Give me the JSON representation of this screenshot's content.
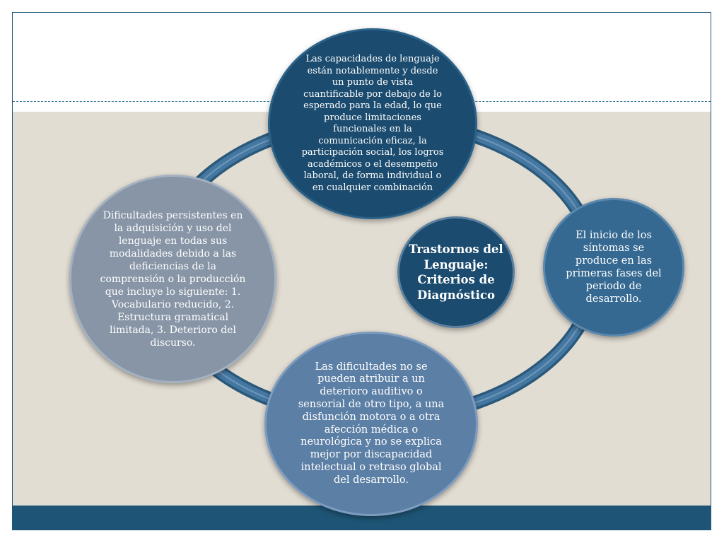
{
  "diagram": {
    "center_title": "Trastornos del Lenguaje: Criterios de Diagnóstico",
    "nodes": {
      "top": "Las capacidades de lenguaje están notablemente y desde un punto de vista cuantificable por debajo de lo esperado para la edad, lo que produce limitaciones funcionales en  la comunicación eficaz, la participación social, los logros académicos o el desempeño laboral, de forma individual o en cualquier combinación",
      "right": "El inicio de los síntomas se produce en las primeras fases del periodo de desarrollo.",
      "bottom": "Las dificultades no se pueden atribuir a un deterioro auditivo o sensorial de otro tipo, a una disfunción motora o a otra afección médica o neurológica y no se explica mejor por discapacidad intelectual o retraso global del desarrollo.",
      "left": "Dificultades persistentes en la adquisición y uso del lenguaje en todas sus modalidades debido a las deficiencias de la comprensión o la producción que incluye lo siguiente: 1. Vocabulario reducido, 2. Estructura gramatical limitada, 3. Deterioro del discurso."
    }
  },
  "colors": {
    "background_band": "#e2ddd3",
    "bottom_bar": "#1e5576",
    "ring": "#2b5f88",
    "node_top": "#1b4b6e",
    "node_right": "#356991",
    "node_left": "#8795a6",
    "node_bottom": "#5c7fa5",
    "node_center": "#1b4b6e"
  }
}
